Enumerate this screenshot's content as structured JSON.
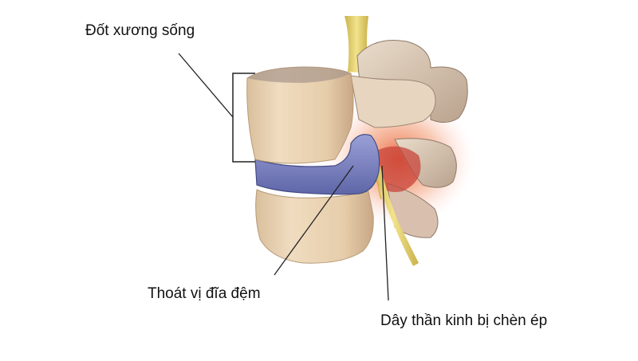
{
  "diagram": {
    "subject": "Lumbar disc herniation illustration",
    "labels": {
      "vertebra": "Đốt xương sống",
      "herniated_disc": "Thoát vị đĩa đệm",
      "compressed_nerve": "Dây thần kinh bị chèn ép"
    },
    "colors": {
      "bone": "#e8d2b4",
      "bone_shadow": "#c9ad8c",
      "disc": "#7f86c0",
      "nerve": "#e2cc6a",
      "inflammation": "#e0562c",
      "leader_line": "#222222"
    }
  }
}
